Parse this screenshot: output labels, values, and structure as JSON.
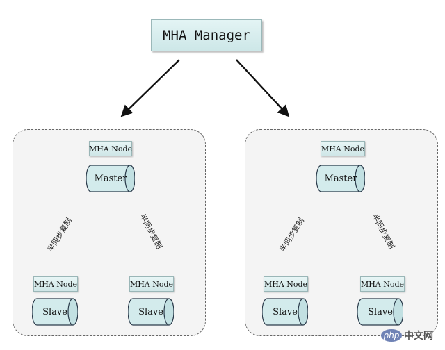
{
  "manager": {
    "label": "MHA Manager"
  },
  "clusters": [
    {
      "master": {
        "node_label": "MHA Node",
        "db_label": "Master"
      },
      "replication_labels": [
        "半同步复制",
        "半同步复制"
      ],
      "slaves": [
        {
          "node_label": "MHA Node",
          "db_label": "Slave"
        },
        {
          "node_label": "MHA Node",
          "db_label": "Slave"
        }
      ]
    },
    {
      "master": {
        "node_label": "MHA Node",
        "db_label": "Master"
      },
      "replication_labels": [
        "半同步复制",
        "半同步复制"
      ],
      "slaves": [
        {
          "node_label": "MHA Node",
          "db_label": "Slave"
        },
        {
          "node_label": "MHA Node",
          "db_label": "Slave"
        }
      ]
    }
  ],
  "watermark": {
    "badge": "php",
    "site": "中文网"
  },
  "colors": {
    "box_fill": "#d6ecec",
    "cluster_fill": "#f4f4f4",
    "arrow": "#111111"
  }
}
